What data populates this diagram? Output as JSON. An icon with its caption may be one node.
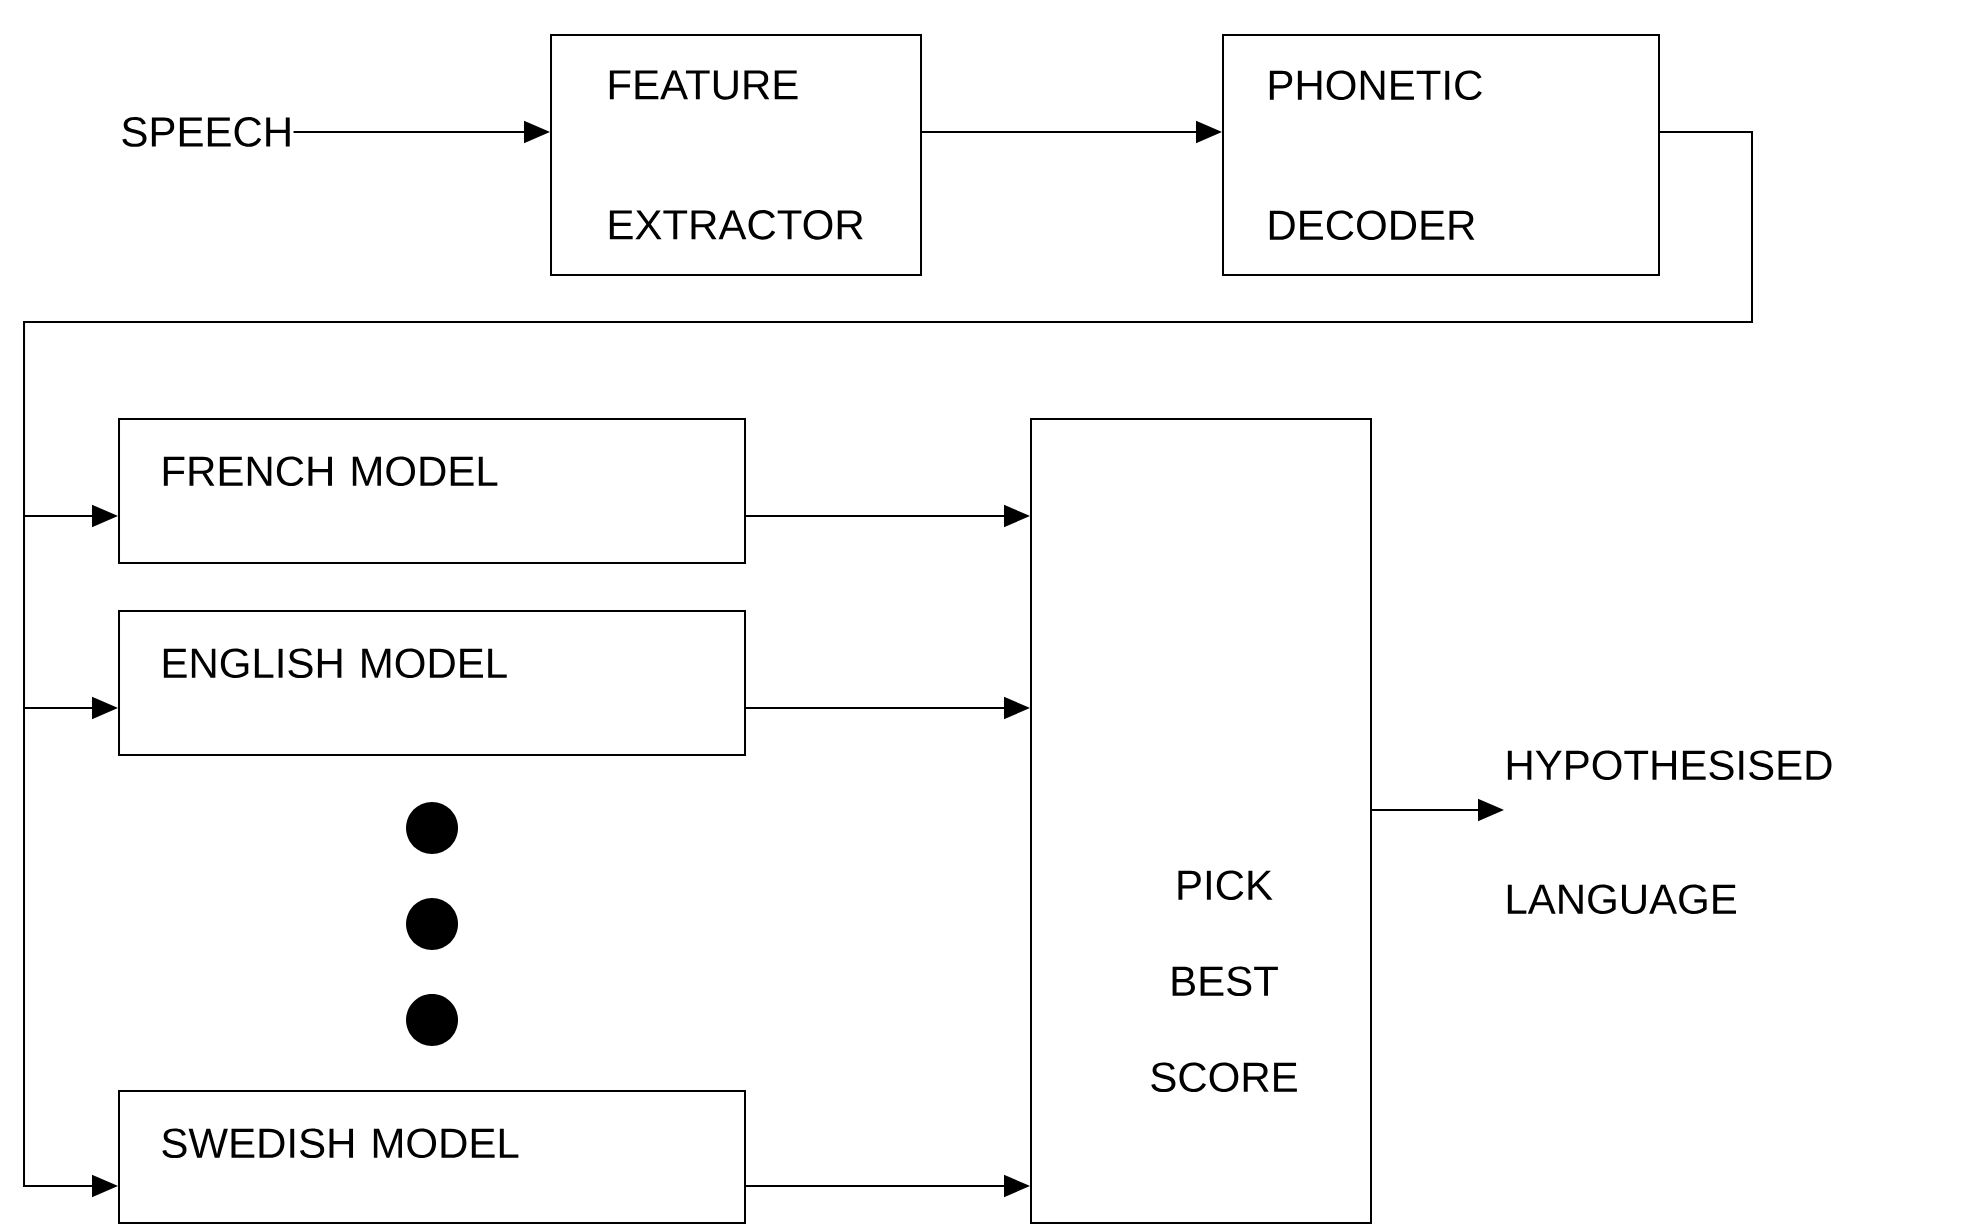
{
  "diagram": {
    "nodes": [
      {
        "text": [
          "SPEECH"
        ]
      },
      {
        "text": [
          "FEATURE EXTRACTOR"
        ]
      },
      {
        "text": [
          "PHONETIC DECODER"
        ]
      },
      {
        "text": [
          "FRENCH MODEL"
        ]
      },
      {
        "text": [
          "ENGLISH MODEL"
        ]
      },
      {
        "text": [
          "SWEDISH MODEL"
        ]
      },
      {
        "text": [
          "PICK BEST SCORE"
        ]
      },
      {
        "text": [
          "HYPOTHESISED LANGUAGE"
        ]
      }
    ],
    "edges": [
      {
        "from": 0,
        "to": 1,
        "arrow": "to"
      },
      {
        "from": 1,
        "to": 2,
        "arrow": "to"
      },
      {
        "from": 2,
        "to": 3,
        "arrow": "to"
      },
      {
        "from": 2,
        "to": 4,
        "arrow": "to"
      },
      {
        "from": 2,
        "to": 5,
        "arrow": "to"
      },
      {
        "from": 3,
        "to": 6,
        "arrow": "to"
      },
      {
        "from": 4,
        "to": 6,
        "arrow": "to"
      },
      {
        "from": 5,
        "to": 6,
        "arrow": "to"
      },
      {
        "from": 6,
        "to": 7,
        "arrow": "to"
      }
    ]
  }
}
